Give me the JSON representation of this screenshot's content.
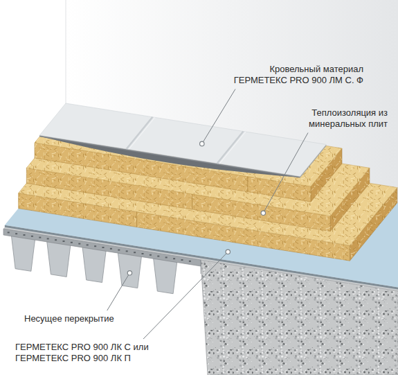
{
  "diagram": {
    "labels": [
      "Кровельный материал ГЕРМЕТЕКС PRO 900 ЛМ С. Ф",
      "Теплоизоляция из минеральных плит",
      "Несущее перекрытие",
      "ГЕРМЕТЕКС PRO 900 ЛК С или ГЕРМЕТЕКС PRO 900 ЛК П"
    ]
  }
}
